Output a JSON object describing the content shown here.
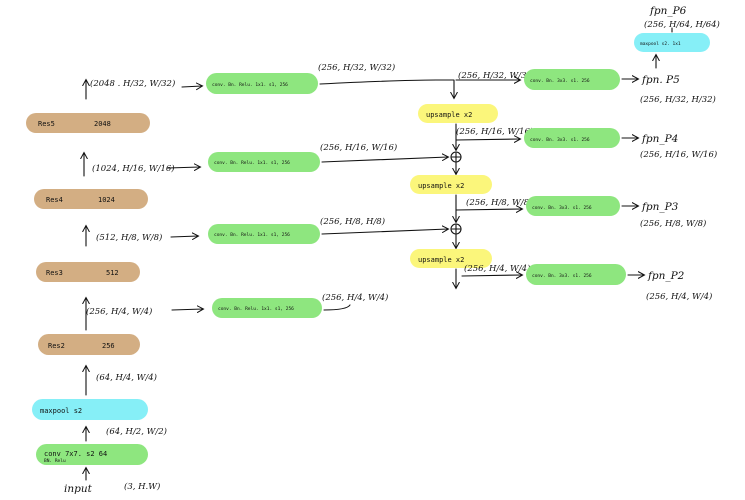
{
  "backbone": {
    "input": "input",
    "input_shape": "(3, H.W)",
    "conv": {
      "text": "conv 7x7. s2 64",
      "sub": "BN. Relu"
    },
    "conv_out": "(64, H/2, W/2)",
    "maxpool": "maxpool s2",
    "maxpool_out": "(64, H/4, W/4)",
    "res2": {
      "name": "Res2",
      "ch": "256"
    },
    "res2_out": "(256, H/4, W/4)",
    "res3": {
      "name": "Res3",
      "ch": "512"
    },
    "res3_out": "(512, H/8, W/8)",
    "res4": {
      "name": "Res4",
      "ch": "1024"
    },
    "res4_out": "(1024, H/16, W/16)",
    "res5": {
      "name": "Res5",
      "ch": "2048"
    },
    "res5_out": "(2048 . H/32, W/32)"
  },
  "lateral": {
    "c5": {
      "text": "conv. Bn. Relu. 1x1. s1, 256",
      "out": "(256, H/32, W/32)"
    },
    "c4": {
      "text": "conv. Bn. Relu. 1x1. s1, 256",
      "out": "(256, H/16, W/16)"
    },
    "c3": {
      "text": "conv. Bn. Relu. 1x1. s1, 256",
      "out": "(256, H/8, H/8)"
    },
    "c2": {
      "text": "conv. Bn. Relu. 1x1. s1, 256",
      "out": "(256, H/4, W/4)"
    }
  },
  "topdown": {
    "up1": "upsample x2",
    "up2": "upsample x2",
    "up3": "upsample x2",
    "m5": "(256, H/32, W/32)",
    "m4": "(256, H/16, W/16)",
    "m3": "(256, H/8, W/8)",
    "m2": "(256, H/4, W/4)"
  },
  "output": {
    "o5": {
      "text": "conv. Bn. 3x3. s1. 256",
      "name": "fpn. P5",
      "shape": "(256, H/32, H/32)"
    },
    "o4": {
      "text": "conv. Bn. 3x3. s1. 256",
      "name": "fpn_P4",
      "shape": "(256, H/16, W/16)"
    },
    "o3": {
      "text": "conv. Bn. 3x3. s1. 256",
      "name": "fpn_P3",
      "shape": "(256, H/8, W/8)"
    },
    "o2": {
      "text": "conv. Bn. 3x3. s1. 256",
      "name": "fpn_P2",
      "shape": "(256, H/4, W/4)"
    },
    "p6": {
      "name": "fpn_P6",
      "shape": "(256, H/64, H/64)",
      "pool": "maxpool s2. 1x1"
    }
  },
  "colors": {
    "green": "#8ee67f",
    "tan": "#d3ae83",
    "cyan": "#86eff7",
    "yellow": "#fbf67b",
    "ink": "#111111"
  }
}
